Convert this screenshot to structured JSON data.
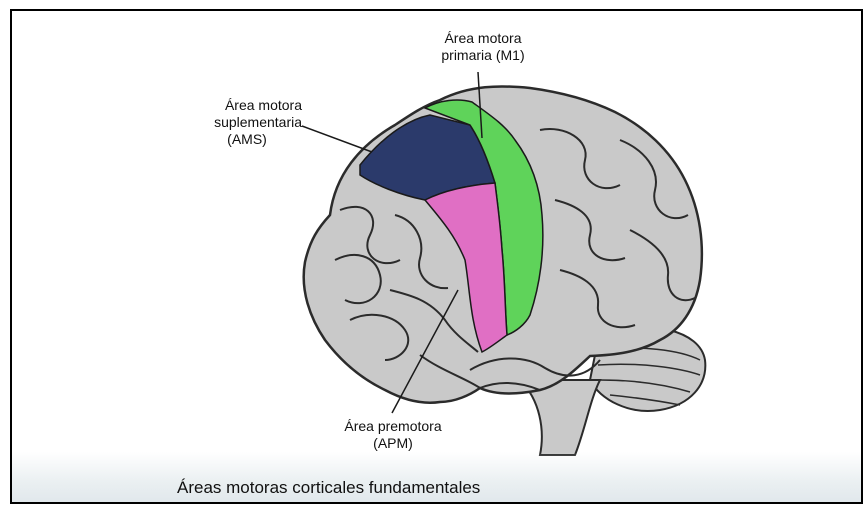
{
  "labels": {
    "m1_line1": "Área motora",
    "m1_line2": "primaria (M1)",
    "ams_line1": "Área motora",
    "ams_line2": "suplementaria",
    "ams_line3": "(AMS)",
    "apm_line1": "Área premotora",
    "apm_line2": "(APM)"
  },
  "caption": "Áreas motoras corticales fundamentales",
  "colors": {
    "brain_fill": "#c9c9c9",
    "brain_outline": "#2b2b2b",
    "m1": "#5fd35a",
    "ams": "#2b3a6b",
    "apm": "#e06fc4",
    "border": "#000000"
  }
}
